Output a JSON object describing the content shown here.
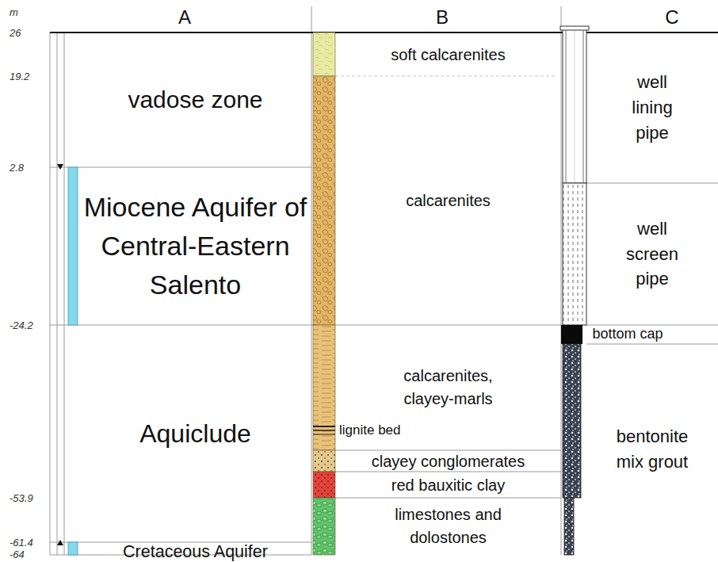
{
  "diagram": {
    "nodes": [
      {
        "text": [
          "vadose zone"
        ]
      },
      {
        "text": [
          "Miocene Aquifer of Central-Eastern Salento"
        ]
      },
      {
        "text": [
          "Aquiclude"
        ]
      },
      {
        "text": [
          "Cretaceous Aquifer"
        ]
      },
      {
        "text": [
          "soft calcarenites"
        ]
      },
      {
        "text": [
          "calcarenites"
        ]
      },
      {
        "text": [
          "calcarenites, clayey-marls"
        ]
      },
      {
        "text": [
          "clayey conglomerates"
        ]
      },
      {
        "text": [
          "red bauxitic clay"
        ]
      },
      {
        "text": [
          "limestones and dolostones"
        ]
      },
      {
        "text": [
          "well lining pipe"
        ]
      },
      {
        "text": [
          "well screen pipe"
        ]
      },
      {
        "text": [
          "bottom cap"
        ]
      },
      {
        "text": [
          "bentonite mix grout"
        ]
      }
    ],
    "labels": [
      "m",
      "A",
      "B",
      "C",
      "26",
      "19.2",
      "2.8",
      "-24.2",
      "-53.9",
      "-61.4",
      "-64",
      "lignite bed"
    ]
  }
}
